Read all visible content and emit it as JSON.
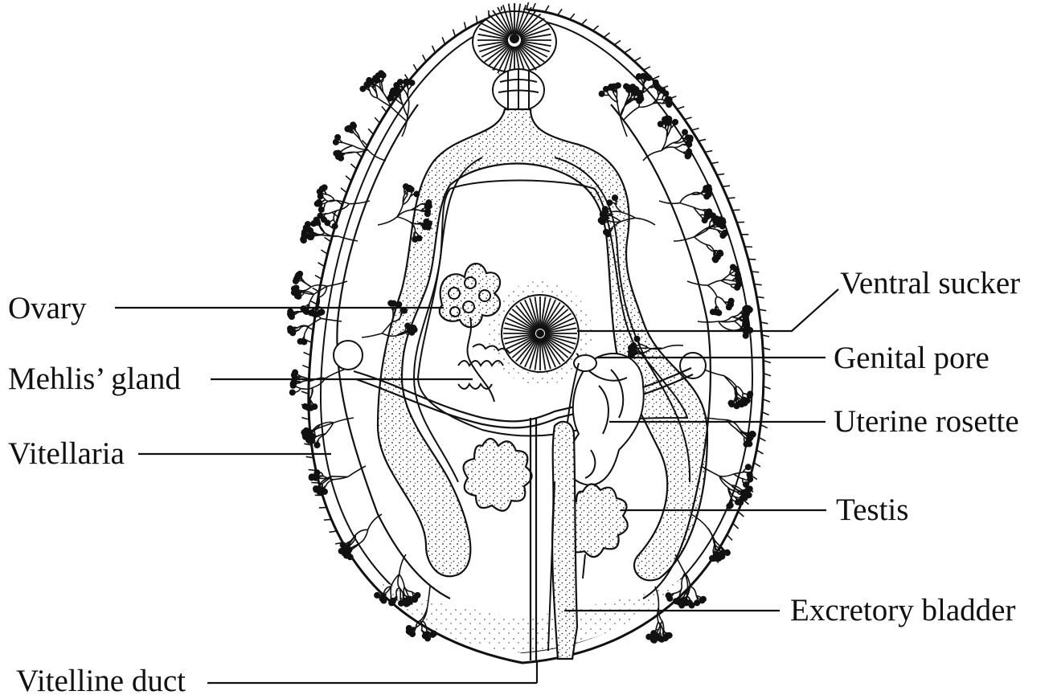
{
  "labels": {
    "ovary": "Ovary",
    "mehlis_gland": "Mehlis’ gland",
    "vitellaria": "Vitellaria",
    "vitelline_duct": "Vitelline duct",
    "ventral_sucker": "Ventral sucker",
    "genital_pore": "Genital pore",
    "uterine_rosette": "Uterine rosette",
    "testis": "Testis",
    "excretory_bladder": "Excretory bladder"
  },
  "colors": {
    "ink": "#111111",
    "paper": "#ffffff"
  }
}
